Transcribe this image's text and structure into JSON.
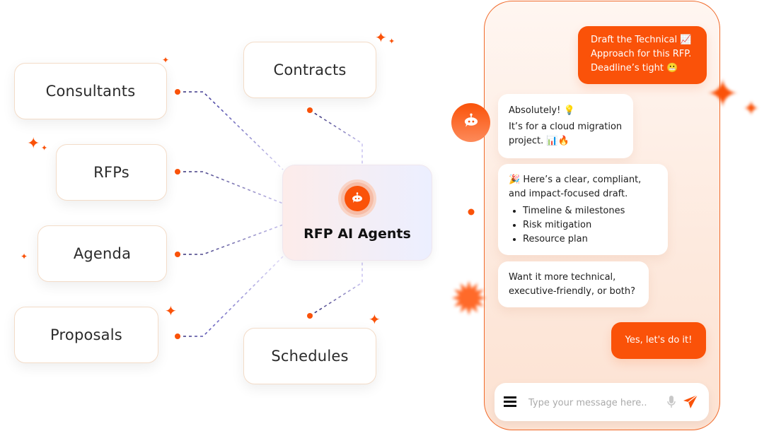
{
  "diagram": {
    "hub": {
      "title": "RFP AI Agents",
      "icon": "robot-chat-icon"
    },
    "nodes": [
      {
        "id": "consultants",
        "label": "Consultants"
      },
      {
        "id": "rfps",
        "label": "RFPs"
      },
      {
        "id": "agenda",
        "label": "Agenda"
      },
      {
        "id": "proposals",
        "label": "Proposals"
      },
      {
        "id": "contracts",
        "label": "Contracts"
      },
      {
        "id": "schedules",
        "label": "Schedules"
      }
    ]
  },
  "chat": {
    "bot_avatar_icon": "robot-chat-icon",
    "messages": [
      {
        "role": "user",
        "text": "Draft the Technical 📈 Approach for this RFP. Deadline’s tight 😬"
      },
      {
        "role": "bot",
        "line1": "Absolutely! 💡",
        "line2": "It’s for a cloud migration project. 📊🔥"
      },
      {
        "role": "bot",
        "text": "🎉 Here’s a clear, compliant, and impact-focused draft.",
        "bullets": [
          "Timeline & milestones",
          "Risk mitigation",
          "Resource plan"
        ]
      },
      {
        "role": "bot",
        "text": "Want it more technical, executive-friendly, or both?"
      },
      {
        "role": "user",
        "text": "Yes, let's do it!"
      }
    ],
    "input": {
      "placeholder": "Type your message here..",
      "value": ""
    },
    "icons": {
      "menu": "hamburger-menu-icon",
      "mic": "microphone-icon",
      "send": "send-icon"
    }
  },
  "colors": {
    "accent": "#fa5209",
    "line_dark": "#2a2470",
    "line_light": "#c9c3f0"
  }
}
